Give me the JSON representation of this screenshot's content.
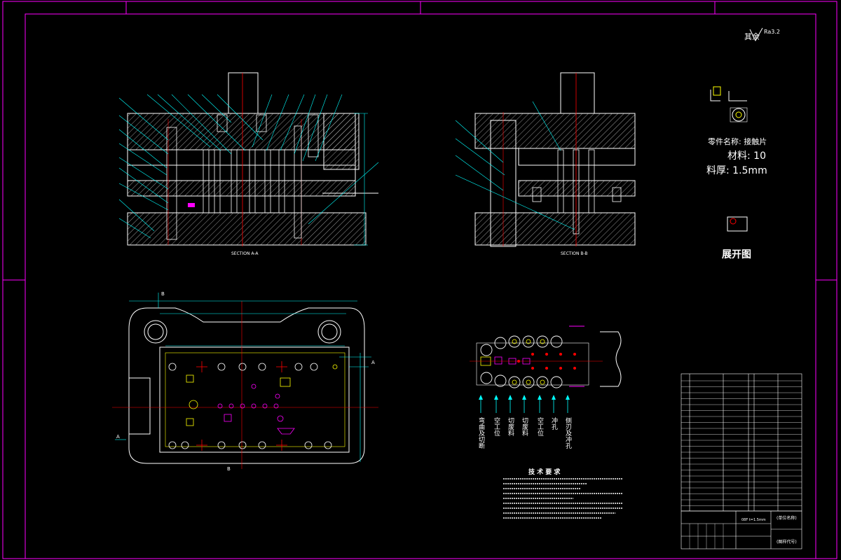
{
  "drawing": {
    "roughness_symbol": "Ra3.2",
    "roughness_prefix": "其余",
    "section_aa_label": "SECTION A-A",
    "section_bb_label": "SECTION B-B",
    "part_info": {
      "name_line": "零件名称: 接触片",
      "material_line": "材料: 10",
      "thickness_line": "料厚: 1.5mm"
    },
    "unfold_label": "展开图",
    "process_steps": [
      "弯曲及切断",
      "空工位",
      "切废料",
      "切废料",
      "空工位",
      "冲孔",
      "侧刃及冲孔"
    ],
    "tech_requirements_title": "技 术 要 求",
    "title_block": {
      "material_note": "08F t=1.5mm",
      "tag_a": "(单位名称)",
      "tag_b": "(图样代号)"
    },
    "section_cut_marks": [
      "A",
      "A",
      "B",
      "B"
    ]
  },
  "colors": {
    "background": "#000000",
    "frame": "#ff00ff",
    "outline": "#ffffff",
    "leader": "#00ffff",
    "centerline": "#ff0000",
    "hatch": "#ffffff",
    "accent_yellow": "#ffff00",
    "accent_green": "#00ff00"
  }
}
